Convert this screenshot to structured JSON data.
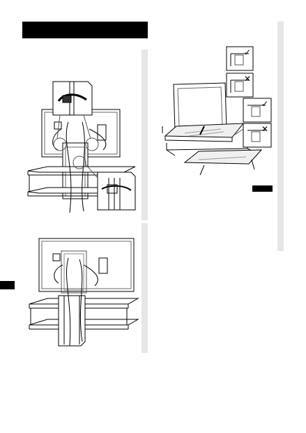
{
  "page": {
    "title_bar_text": "",
    "side_tab_text": "",
    "label_text": ""
  },
  "figures": [
    {
      "id": "fig-cable-routing-tv",
      "check_marks": [],
      "cross_marks": []
    },
    {
      "id": "fig-cover-installed"
    },
    {
      "id": "fig-glass-shelf",
      "check_marks": [
        "✓",
        "✓"
      ],
      "cross_marks": [
        "✕",
        "✕"
      ]
    }
  ]
}
